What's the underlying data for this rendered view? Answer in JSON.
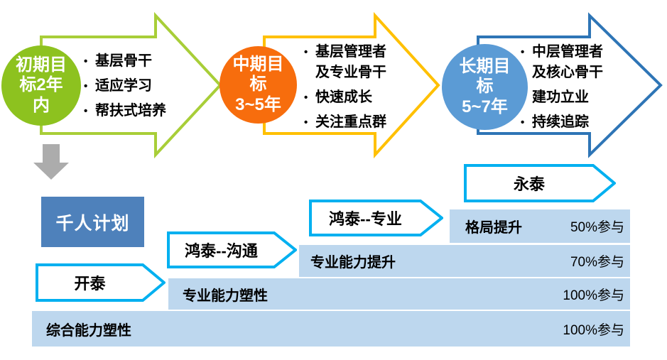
{
  "bullet_marker": "•",
  "phases": [
    {
      "name": "初期",
      "circle_label": [
        "初期目",
        "标2年",
        "内"
      ],
      "circle_color": "#8DC21F",
      "arrow_color": "#A8CE38",
      "bullets": [
        "基层骨干",
        "适应学习",
        "帮扶式培养"
      ]
    },
    {
      "name": "中期",
      "circle_label": [
        "中期目",
        "标",
        "3~5年"
      ],
      "circle_color": "#F76D0D",
      "arrow_color": "#FFC000",
      "bullets": [
        "基层管理者\n及专业骨干",
        "快速成长",
        "关注重点群"
      ]
    },
    {
      "name": "长期",
      "circle_label": [
        "长期目",
        "标",
        "5~7年"
      ],
      "circle_color": "#5B9BD5",
      "arrow_color": "#2E75B6",
      "bullets": [
        "中层管理者\n及核心骨干",
        "建功立业",
        "持续追踪"
      ]
    }
  ],
  "plan_box": {
    "label": "千人计划",
    "color": "#4E81BB"
  },
  "programs": [
    {
      "label": "开泰"
    },
    {
      "label": "鸿泰--沟通"
    },
    {
      "label": "鸿泰--专业"
    },
    {
      "label": "永泰"
    }
  ],
  "stairs": [
    {
      "label": "格局提升",
      "participation": "50%参与"
    },
    {
      "label": "专业能力提升",
      "participation": "70%参与"
    },
    {
      "label": "专业能力塑性",
      "participation": "100%参与"
    },
    {
      "label": "综合能力塑性",
      "participation": "100%参与"
    }
  ],
  "colors": {
    "stair_fill": "#BDD7EE",
    "program_border": "#00B0F0",
    "down_arrow": "#ACACAC",
    "bullet_text": "#000000",
    "background": "#FFFFFF"
  }
}
